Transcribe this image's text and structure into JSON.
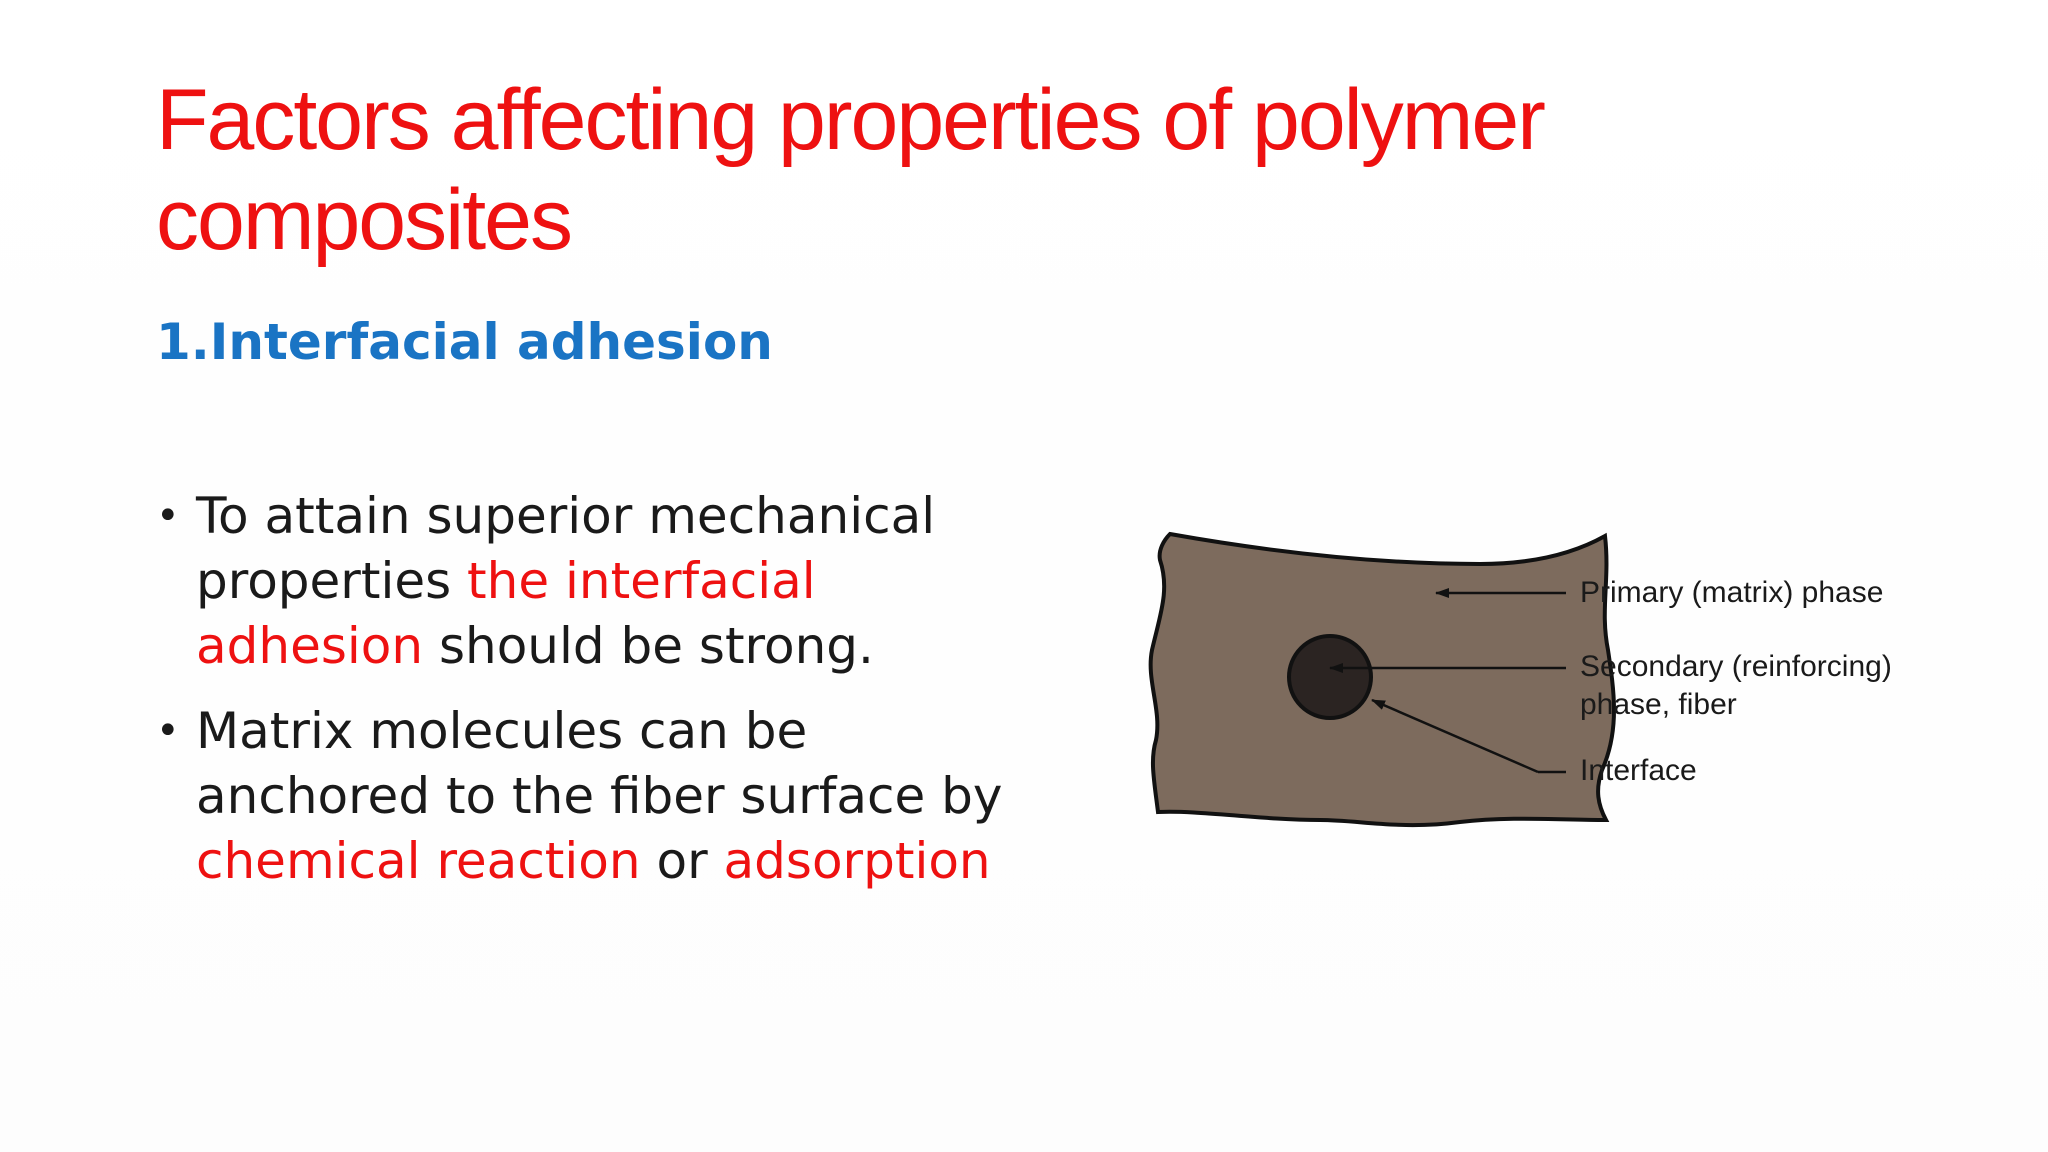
{
  "slide": {
    "title": "Factors affecting properties of polymer composites",
    "subtitle": "1.Interfacial adhesion",
    "bullets": [
      {
        "parts": [
          {
            "text": "To attain superior mechanical properties ",
            "highlight": false
          },
          {
            "text": "the interfacial adhesion",
            "highlight": true
          },
          {
            "text": " should be strong.",
            "highlight": false
          }
        ]
      },
      {
        "parts": [
          {
            "text": "Matrix molecules can be anchored to the fiber surface by ",
            "highlight": false
          },
          {
            "text": "chemical reaction",
            "highlight": true
          },
          {
            "text": " or ",
            "highlight": false
          },
          {
            "text": "adsorption",
            "highlight": true
          }
        ]
      }
    ]
  },
  "figure": {
    "labels": {
      "primary": "Primary (matrix) phase",
      "secondary_line1": "Secondary (reinforcing)",
      "secondary_line2": "phase, fiber",
      "interface": "Interface"
    },
    "colors": {
      "matrix": "#7d6b5d",
      "fiber": "#2b2422",
      "outline": "#111111"
    }
  },
  "colors": {
    "title": "#ee1111",
    "subtitle": "#1a74c4",
    "highlight": "#ee1111",
    "body_text": "#1a1a1a"
  }
}
